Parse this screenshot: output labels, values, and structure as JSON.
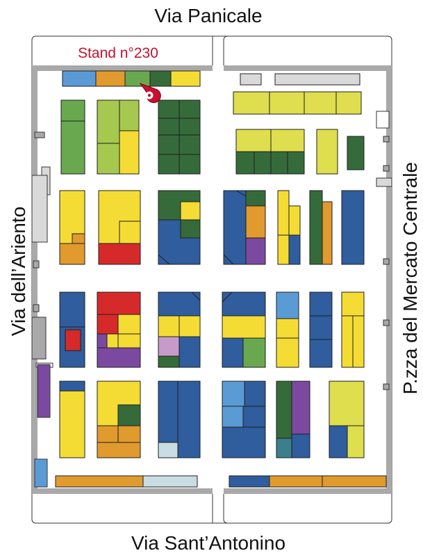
{
  "streets": {
    "north": "Via Panicale",
    "south": "Via Sant’Antonino",
    "west": "Via dell’Ariento",
    "east": "P.zza del Mercato Centrale"
  },
  "marker": {
    "label": "Stand n°230",
    "icon": "location-pin-icon",
    "color": "#c8102e"
  },
  "palette": {
    "yellow": "#f5dc35",
    "lime": "#dede4e",
    "light_green": "#a6c84e",
    "green": "#6aa84f",
    "dark_green": "#356b3a",
    "blue": "#2f5d9d",
    "light_blue": "#5b9bd5",
    "orange": "#e09a2e",
    "red": "#d62a2a",
    "purple": "#7b4aa0",
    "pink": "#c79bc9",
    "pale_blue": "#c9dde3",
    "teal": "#3a7f8c",
    "gray": "#a9a9a9",
    "light_gray": "#d9d9d9"
  }
}
